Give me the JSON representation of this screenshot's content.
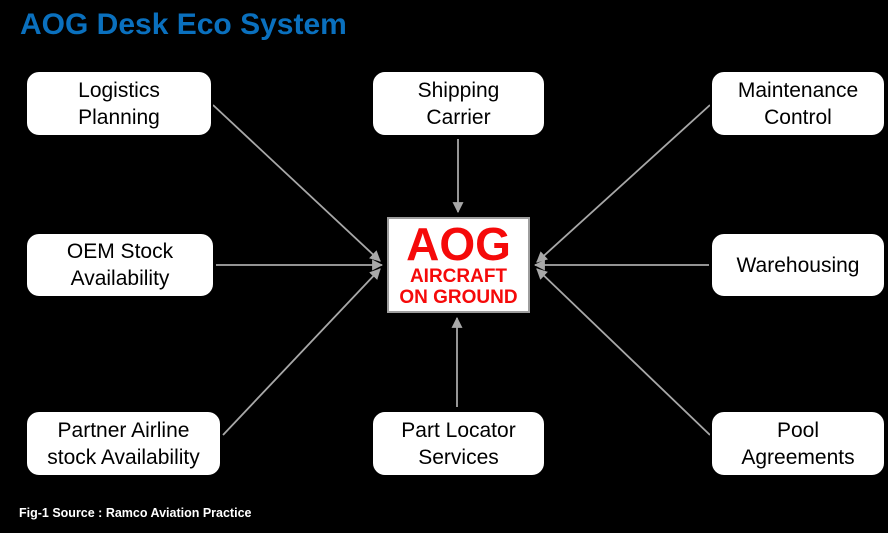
{
  "title": "AOG Desk Eco System",
  "caption": "Fig-1 Source : Ramco Aviation Practice",
  "center": {
    "acronym": "AOG",
    "subtitle_line1": "AIRCRAFT",
    "subtitle_line2": "ON GROUND"
  },
  "nodes": [
    {
      "name": "logistics-planning",
      "line1": "Logistics",
      "line2": "Planning"
    },
    {
      "name": "shipping-carrier",
      "line1": "Shipping",
      "line2": "Carrier"
    },
    {
      "name": "maintenance-control",
      "line1": "Maintenance",
      "line2": "Control"
    },
    {
      "name": "oem-stock-availability",
      "line1": "OEM Stock",
      "line2": "Availability"
    },
    {
      "name": "warehousing",
      "line1": "Warehousing",
      "line2": ""
    },
    {
      "name": "partner-airline-stock-availability",
      "line1": "Partner Airline",
      "line2": "stock Availability"
    },
    {
      "name": "part-locator-services",
      "line1": "Part Locator",
      "line2": "Services"
    },
    {
      "name": "pool-agreements",
      "line1": "Pool",
      "line2": "Agreements"
    }
  ],
  "colors": {
    "background": "#000000",
    "title_blue": "#0A70BE",
    "aog_red": "#F50A0A",
    "arrow_gray": "#A8A8A8",
    "node_bg": "#FFFFFF",
    "node_border": "#000000",
    "center_border": "#9E9E9E"
  }
}
